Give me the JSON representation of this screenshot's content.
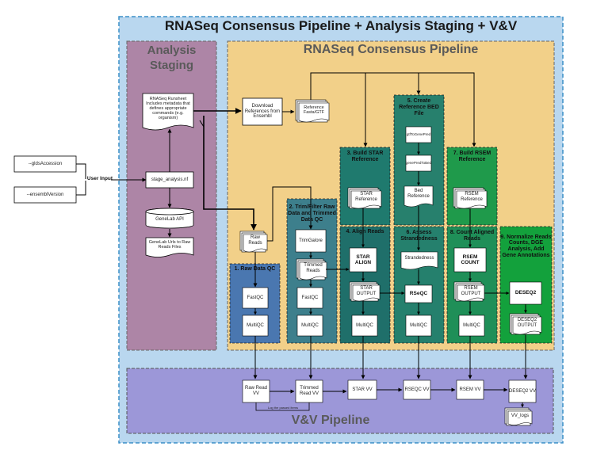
{
  "titles": {
    "main": "RNASeq Consensus Pipeline + Analysis Staging + V&V",
    "pipeline": "RNASeq Consensus Pipeline",
    "staging_line1": "Analysis",
    "staging_line2": "Staging",
    "vv": "V&V Pipeline"
  },
  "inputs": {
    "glds": "--gldsAccession",
    "ensembl": "--ensemblVersion",
    "user_input": "User Input"
  },
  "staging": {
    "runsheet": "RNASeq Runsheet Includes metadata that defines appropriate commands (e.g. organism)",
    "stage_nf": "stage_analysis.nf",
    "genelab_api": "GeneLab API",
    "genelab_urls": "GeneLab Urls to Raw Reads Files"
  },
  "pipeline": {
    "download": "Download References from Ensembl",
    "reference": "Reference Fasta/GTF",
    "raw_reads": "Raw Reads",
    "step1": "1. Raw Data QC",
    "step2": "2. Trim/Filter Raw Data and Trimmed Data QC",
    "step3": "3. Build STAR Reference",
    "step4": "4. Align Reads",
    "step5": "5. Create Reference BED File",
    "step6": "6. Assess Strandedness",
    "step7": "7. Build RSEM Reference",
    "step8": "8. Count Aligned Reads",
    "step9": "9. Normalize Reads Counts, DGE Analysis, Add Gene Annotations",
    "fastqc": "FastQC",
    "multiqc": "MultiQC",
    "trimgalore": "TrimGalore",
    "trimmed_reads": "Trimmed Reads",
    "star_reference": "STAR Reference",
    "star_align": "STAR ALIGN",
    "star_output": "STAR OUTPUT",
    "gtf_to_gene_pred": "gtfToGenePred",
    "gene_pred_to_bed": "genePredToBed",
    "bed_reference": "Bed Reference",
    "strandedness": "Strandedness",
    "rseqc": "RSeQC",
    "rsem_reference": "RSEM Reference",
    "rsem_count": "RSEM COUNT",
    "rsem_output": "RSEM OUTPUT",
    "deseq2": "DESEQ2",
    "deseq2_output": "DESEQ2 OUTPUT"
  },
  "vv": {
    "raw_read": "Raw Read VV",
    "trimmed_read": "Trimmed Read VV",
    "star": "STAR VV",
    "rseqc": "RSEQC VV",
    "rsem": "RSEM VV",
    "deseq2": "DESEQ2 VV",
    "logs": "VV_logs",
    "log_note": "Log the passed items"
  },
  "colors": {
    "outer_bg": "#b9d7ef",
    "outer_border": "#3a8fc7",
    "staging_bg": "#ad85a6",
    "pipeline_bg": "#f2d089",
    "vv_bg": "#9c97d8",
    "step1": "#4a77b0",
    "step2": "#3d7f8c",
    "teal_dark": "#1f6f6a",
    "teal_mid": "#27806d",
    "green": "#1f9a4b",
    "green_bright": "#13a13c"
  }
}
